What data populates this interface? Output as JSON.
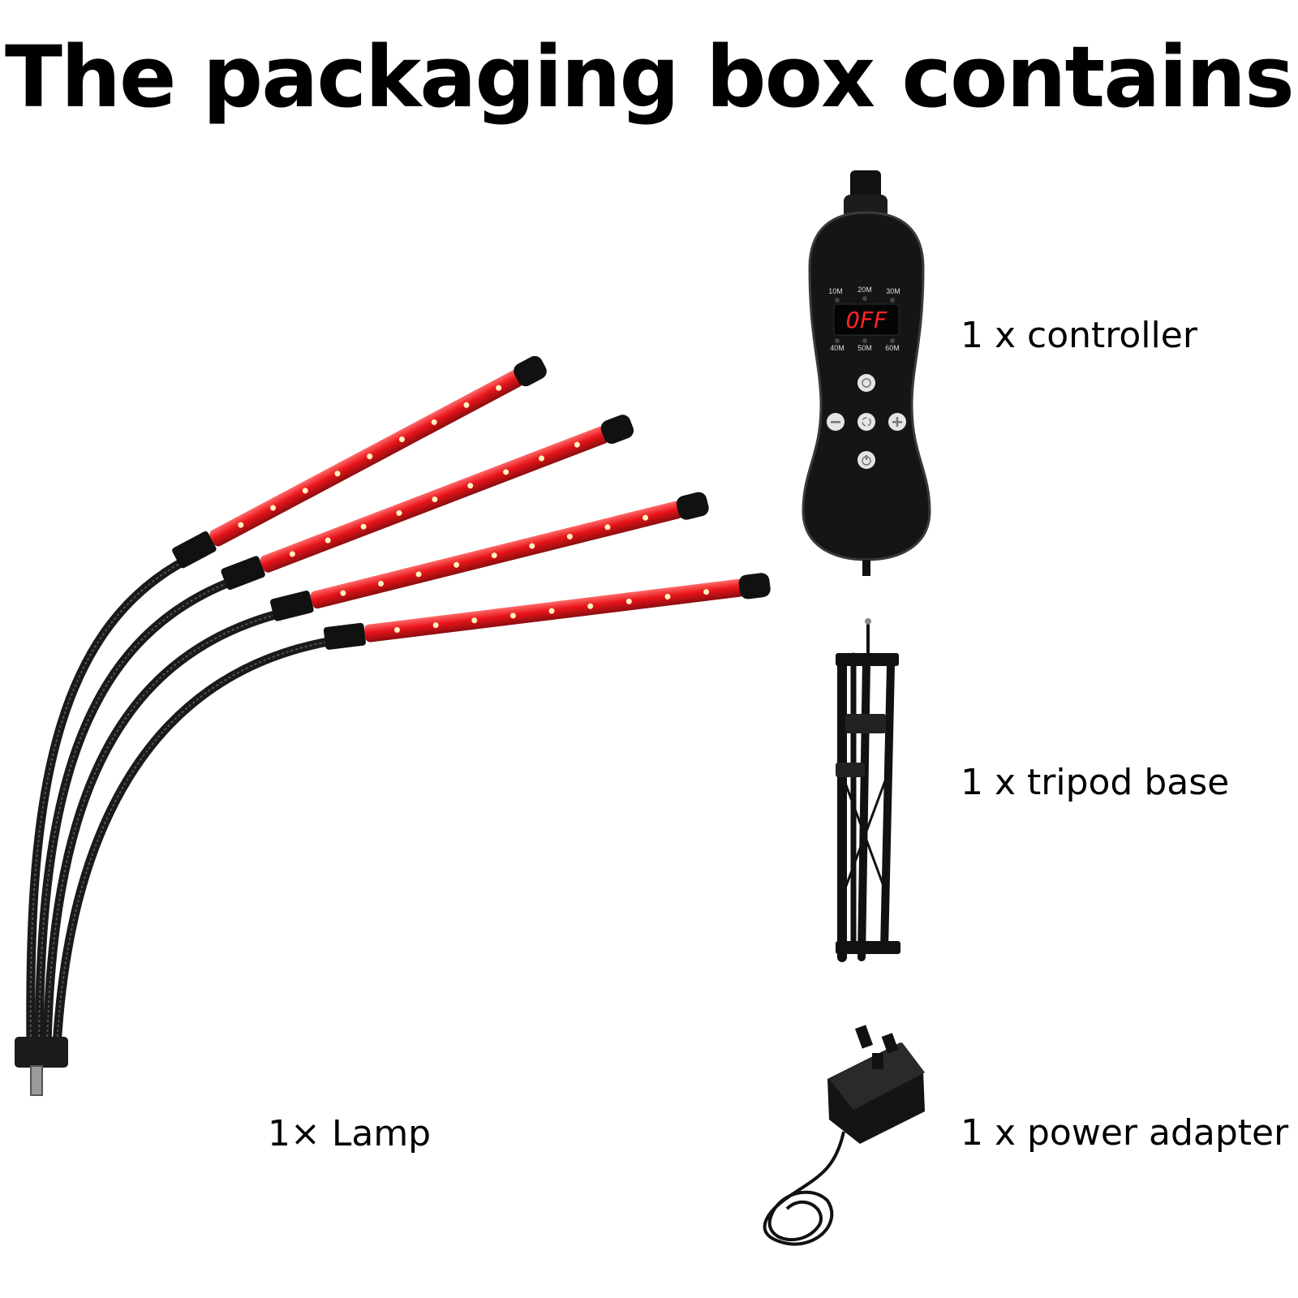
{
  "title": "The packaging box contains",
  "items": [
    {
      "id": "lamp",
      "label": "1× Lamp"
    },
    {
      "id": "controller",
      "label": "1 x controller"
    },
    {
      "id": "tripod",
      "label": "1 x tripod base"
    },
    {
      "id": "adapter",
      "label": "1 x power adapter"
    }
  ],
  "controller_display": {
    "screen_text": "OFF",
    "timer_top": [
      "10M",
      "20M",
      "30M"
    ],
    "timer_bottom": [
      "40M",
      "50M",
      "60M"
    ]
  },
  "colors": {
    "led_red": "#e8141a",
    "body_black": "#111111"
  }
}
